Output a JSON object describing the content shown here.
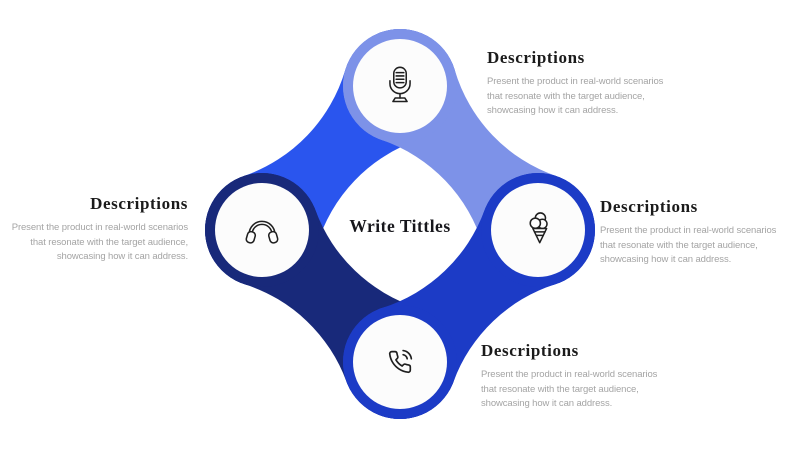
{
  "center": {
    "title": "Write Tittles"
  },
  "descriptions": {
    "top": {
      "title": "Descriptions",
      "line1": "Present the product in real-world scenarios",
      "line2": "that resonate with the target audience,",
      "line3": "showcasing how it can address.",
      "icon": "microphone-icon"
    },
    "left": {
      "title": "Descriptions",
      "line1": "Present the product in real-world scenarios",
      "line2": "that resonate with the target audience,",
      "line3": "showcasing how it can address.",
      "icon": "headphones-icon"
    },
    "right": {
      "title": "Descriptions",
      "line1": "Present the product in real-world scenarios",
      "line2": "that resonate with the target audience,",
      "line3": "showcasing how it can address.",
      "icon": "ice-cream-icon"
    },
    "bottom": {
      "title": "Descriptions",
      "line1": "Present the product in real-world scenarios",
      "line2": "that resonate with the target audience,",
      "line3": "showcasing how it can address.",
      "icon": "phone-icon"
    }
  },
  "colors": {
    "blue_bright": "#2a55ee",
    "blue_light": "#7d92e8",
    "blue_royal": "#1c3bc6",
    "blue_navy": "#18297a",
    "surface": "#fcfcfc",
    "title_ink": "#1b1b1b",
    "body_gray": "#a4a4a4",
    "icon_ink": "#1f1f1f"
  }
}
